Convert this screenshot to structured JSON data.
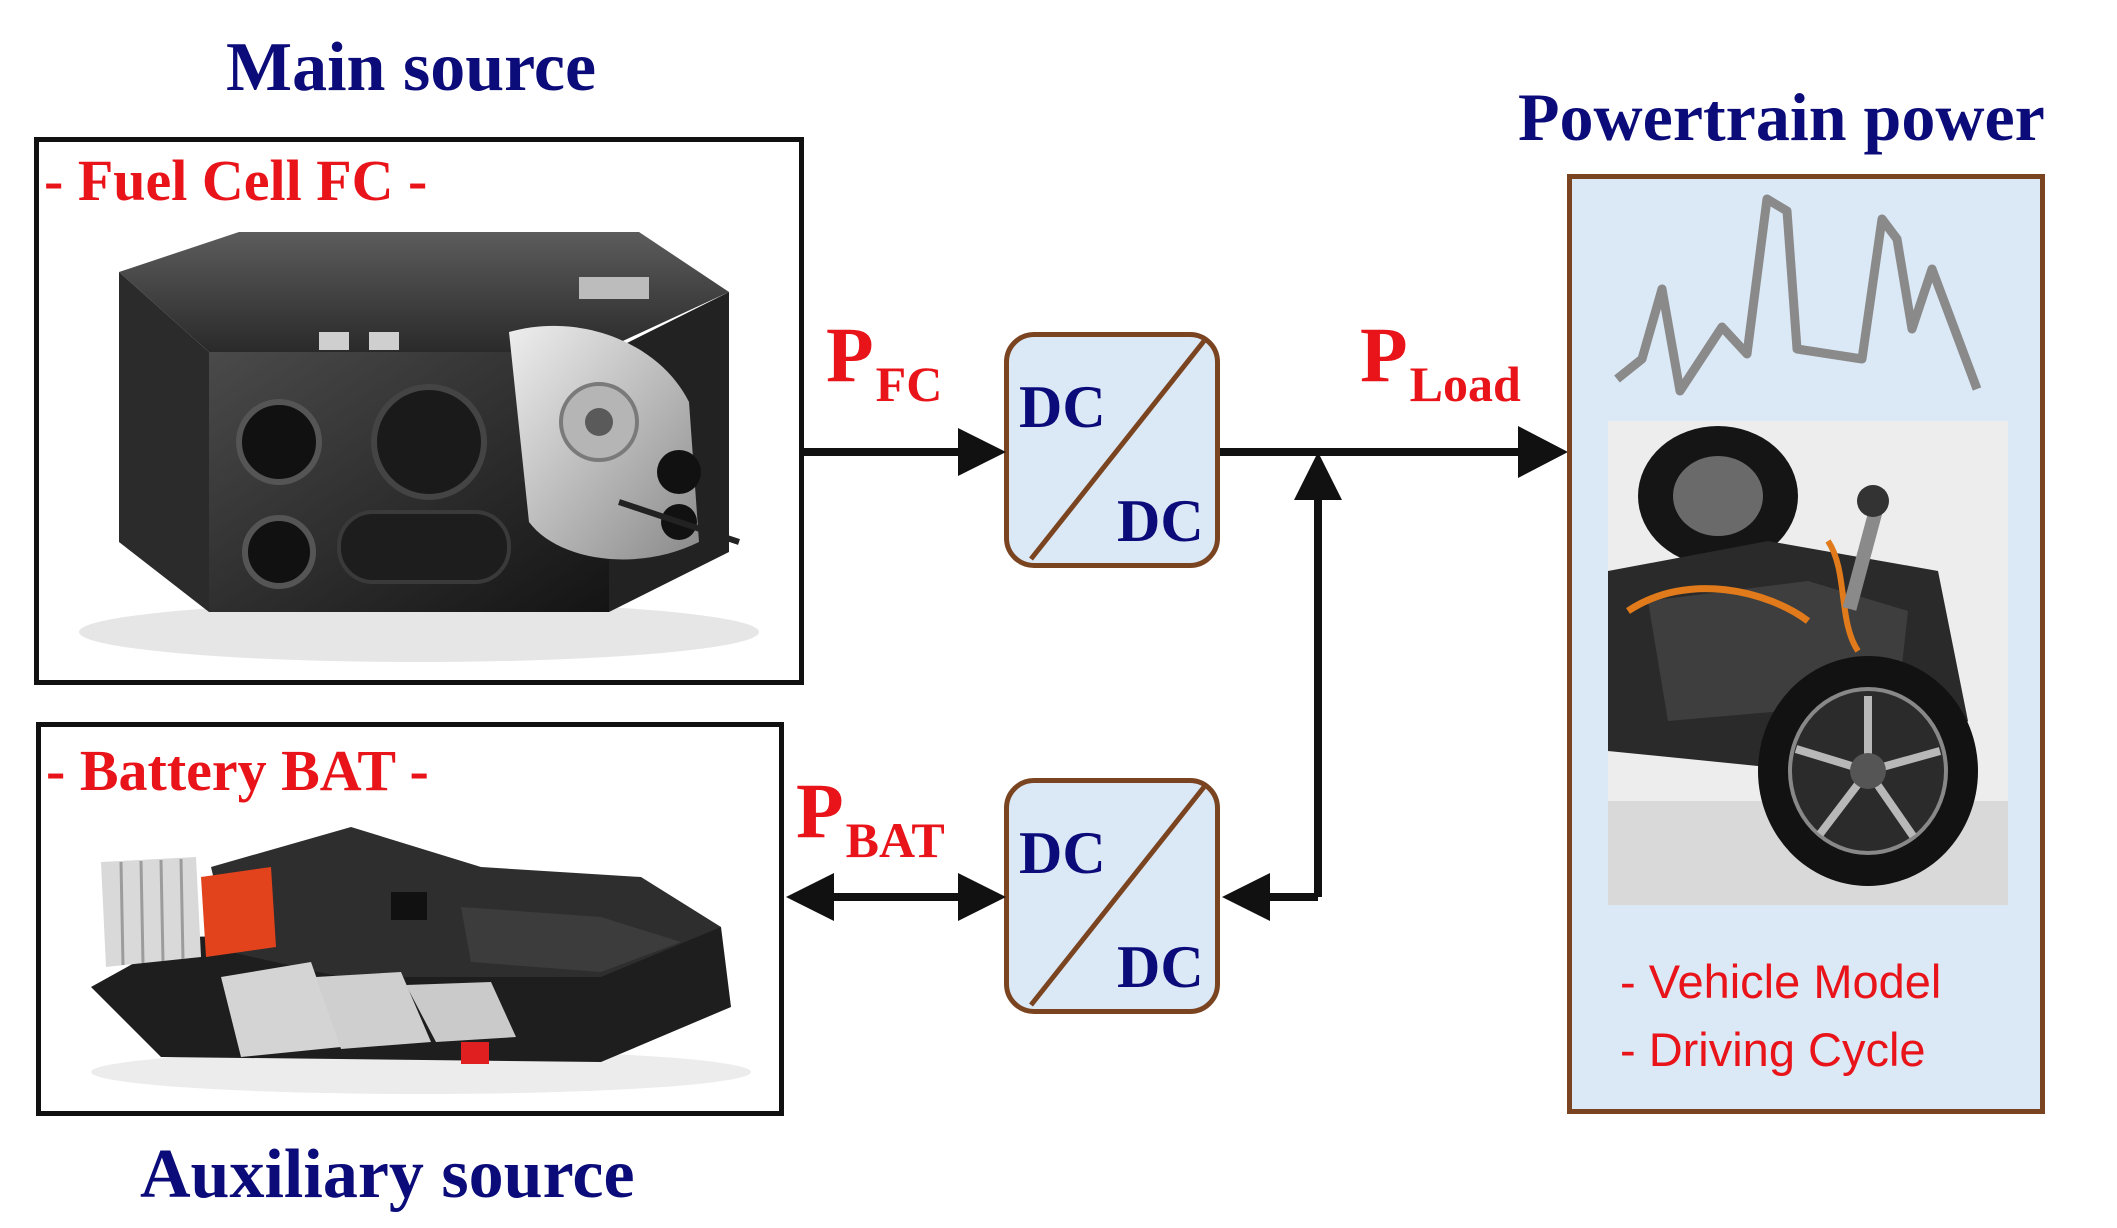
{
  "main_source": {
    "heading": "Main source",
    "label": "- Fuel Cell FC -"
  },
  "auxiliary_source": {
    "heading": "Auxiliary source",
    "label": "- Battery BAT -"
  },
  "powertrain": {
    "heading": "Powertrain power",
    "notes": [
      "- Vehicle Model",
      "- Driving Cycle"
    ]
  },
  "signals": {
    "fc": {
      "main": "P",
      "sub": "FC"
    },
    "bat": {
      "main": "P",
      "sub": "BAT"
    },
    "load": {
      "main": "P",
      "sub": "Load"
    }
  },
  "converters": {
    "top": {
      "in": "DC",
      "out": "DC"
    },
    "bottom": {
      "in": "DC",
      "out": "DC"
    }
  },
  "colors": {
    "heading": "#0b0b7a",
    "label": "#e8141a",
    "converter_fill": "#dbe8f5",
    "converter_border": "#7b4420",
    "arrow": "#111111",
    "profile_line": "#8a8a8a"
  },
  "icons": {
    "fuel_cell": "fuel-cell-module-photo",
    "battery": "battery-pack-photo",
    "vehicle": "vehicle-chassis-photo",
    "power_profile": "power-profile-curve"
  }
}
